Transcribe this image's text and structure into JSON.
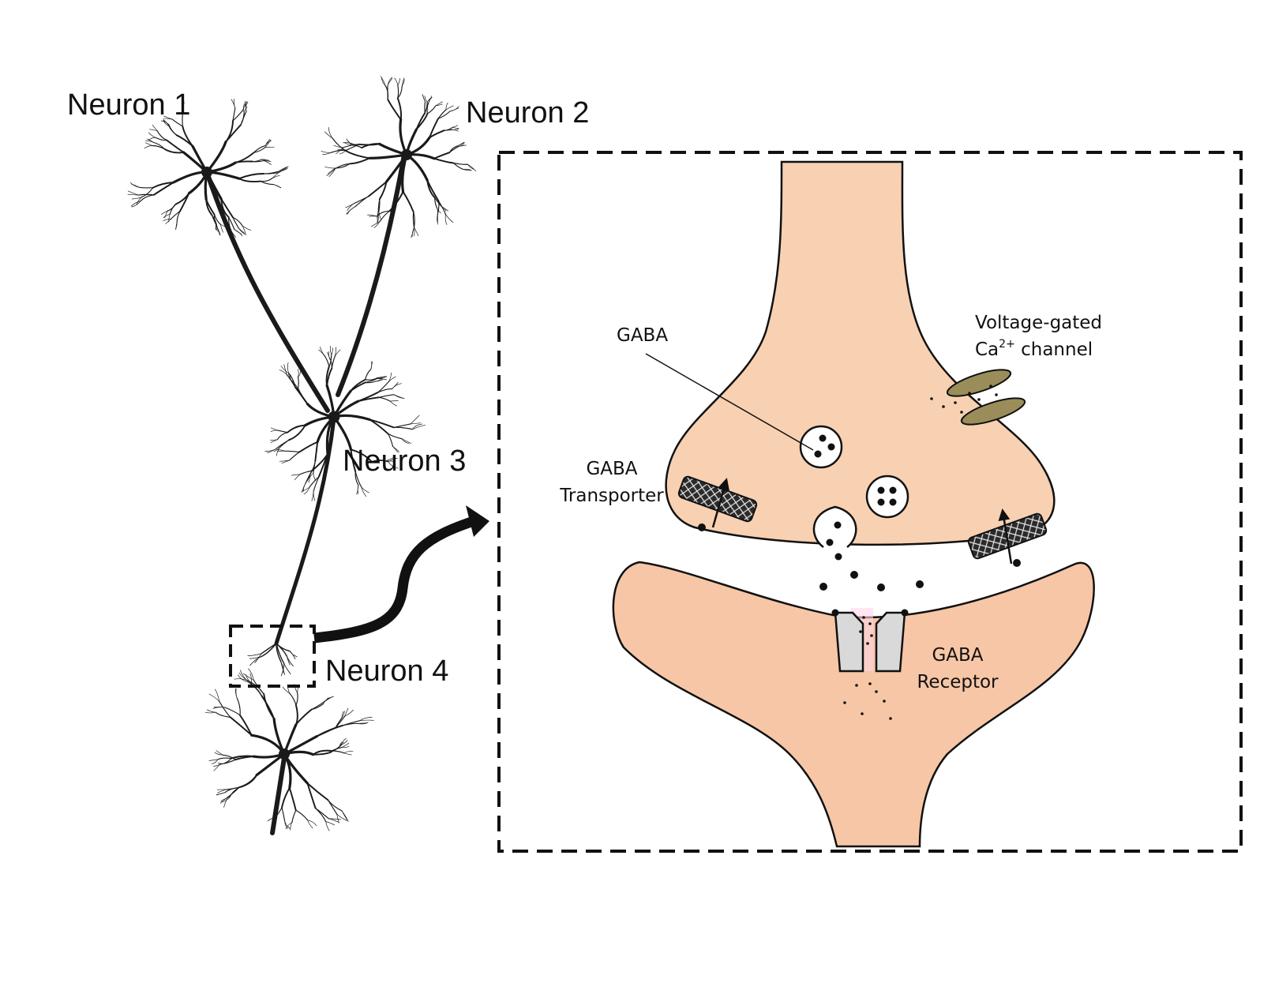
{
  "labels": {
    "neuron1": "Neuron 1",
    "neuron2": "Neuron 2",
    "neuron3": "Neuron 3",
    "neuron4": "Neuron 4",
    "gaba": "GABA",
    "transporter_line1": "GABA",
    "transporter_line2": "Transporter",
    "channel_line1": "Voltage-gated",
    "channel_ca": "Ca",
    "channel_charge": "2+",
    "channel_rest": " channel",
    "receptor_line1": "GABA",
    "receptor_line2": "Receptor"
  },
  "colors": {
    "presynaptic": "#f8d1b2",
    "postsynaptic": "#f6c6a6",
    "outline": "#111111",
    "channel": "#9a8d5a",
    "receptor": "#d9d9d9",
    "transporter": "#2b2b2b",
    "neuron_ink": "#1a1a1a"
  }
}
